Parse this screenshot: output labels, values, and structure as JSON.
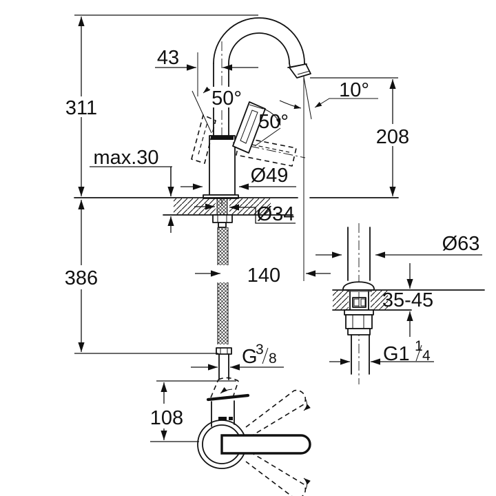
{
  "drawing": {
    "background": "#ffffff",
    "line_color": "#111111",
    "main_view": {
      "total_height": "311",
      "spout_offset": "43",
      "lever_swing_left": "50°",
      "lever_swing_right": "50°",
      "outlet_angle": "10°",
      "outlet_height": "208",
      "max_deck_thickness": "max.30",
      "body_diameter": "Ø49",
      "hole_diameter": "Ø34",
      "below_deck_length": "386",
      "spout_reach": "140",
      "supply_thread": {
        "prefix": "G",
        "numerator": "3",
        "denominator": "8"
      }
    },
    "waste_view": {
      "flange_diameter": "Ø63",
      "deck_thickness_range": "35-45",
      "thread": {
        "prefix": "G1",
        "numerator": "1",
        "denominator": "4"
      }
    },
    "front_view": {
      "lever_height": "108"
    }
  }
}
